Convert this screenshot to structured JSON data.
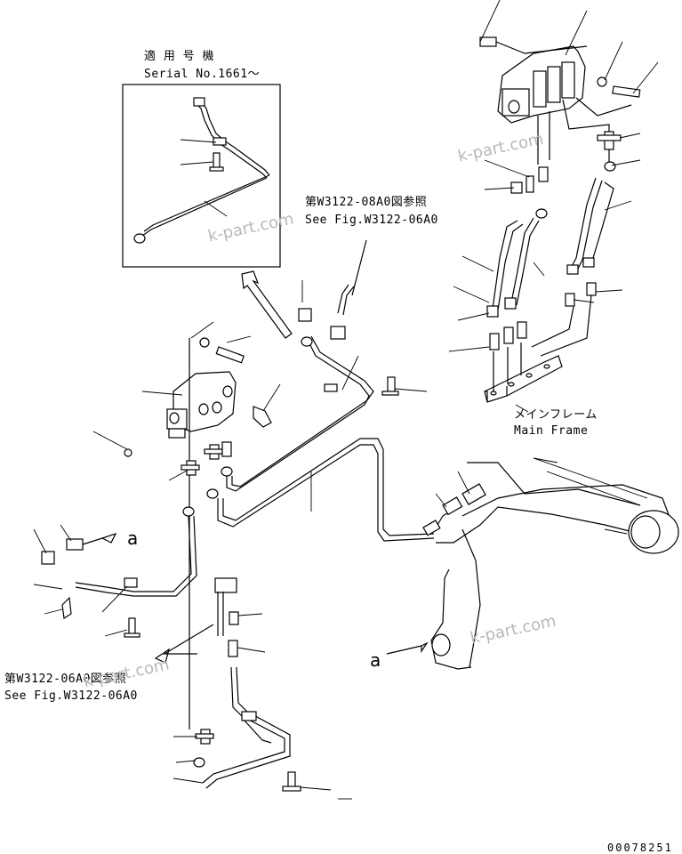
{
  "inset": {
    "title_jp": "適 用 号 機",
    "title_en": "Serial No.1661～"
  },
  "refs": {
    "top_jp": "第W3122-08A0図参照",
    "top_en": "See Fig.W3122-06A0",
    "bottom_jp": "第W3122-06A0図参照",
    "bottom_en": "See Fig.W3122-06A0"
  },
  "main_frame": {
    "jp": "メインフレーム",
    "en": "Main Frame"
  },
  "marker_a": "a",
  "watermark": "k-part.com",
  "drawing_number": "00078251"
}
